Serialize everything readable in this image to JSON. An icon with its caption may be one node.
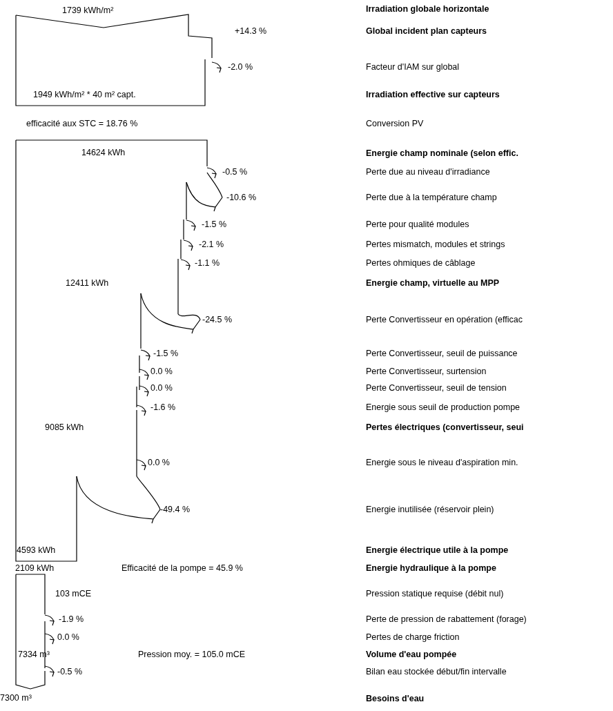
{
  "diagram": {
    "labels": [
      "1739 kWh/m²",
      "Irradiation globale horizontale",
      "+14.3 %",
      "Global incident plan capteurs",
      "-2.0 %",
      "Facteur d'IAM sur global",
      "1949 kWh/m² * 40 m² capt.",
      "Irradiation effective sur capteurs",
      "efficacité aux STC = 18.76 %",
      "Conversion PV",
      "14624 kWh",
      "Energie champ nominale (selon effic.",
      "-0.5 %",
      "Perte due au niveau d'irradiance",
      "-10.6 %",
      "Perte due à la température champ",
      "-1.5 %",
      "Perte pour qualité modules",
      "-2.1 %",
      "Pertes mismatch, modules et strings",
      "-1.1 %",
      "Pertes ohmiques de câblage",
      "12411 kWh",
      "Energie champ, virtuelle au MPP",
      "-24.5 %",
      "Perte Convertisseur en opération (efficac",
      "-1.5 %",
      "Perte Convertisseur, seuil de puissance",
      "0.0 %",
      "Perte Convertisseur, surtension",
      "0.0 %",
      "Perte Convertisseur, seuil de tension",
      "-1.6 %",
      "Energie sous seuil de production pompe",
      "9085 kWh",
      "Pertes électriques (convertisseur, seui",
      "0.0 %",
      "Energie sous le niveau d'aspiration min.",
      "-49.4 %",
      "Energie inutilisée (réservoir plein)",
      "4593 kWh",
      "Energie électrique utile à la pompe",
      "2109 kWh",
      "Efficacité de la pompe = 45.9 %",
      "Energie hydraulique à la pompe",
      "103 mCE",
      "Pression statique requise (débit nul)",
      "-1.9 %",
      "Perte de pression de rabattement (forage)",
      "0.0 %",
      "Pertes de charge friction",
      "7334 m³",
      "Pression moy. = 105.0 mCE",
      "Volume d'eau pompée",
      "-0.5 %",
      "Bilan eau stockée début/fin intervalle",
      "7300 m³",
      "Besoins d'eau"
    ]
  }
}
